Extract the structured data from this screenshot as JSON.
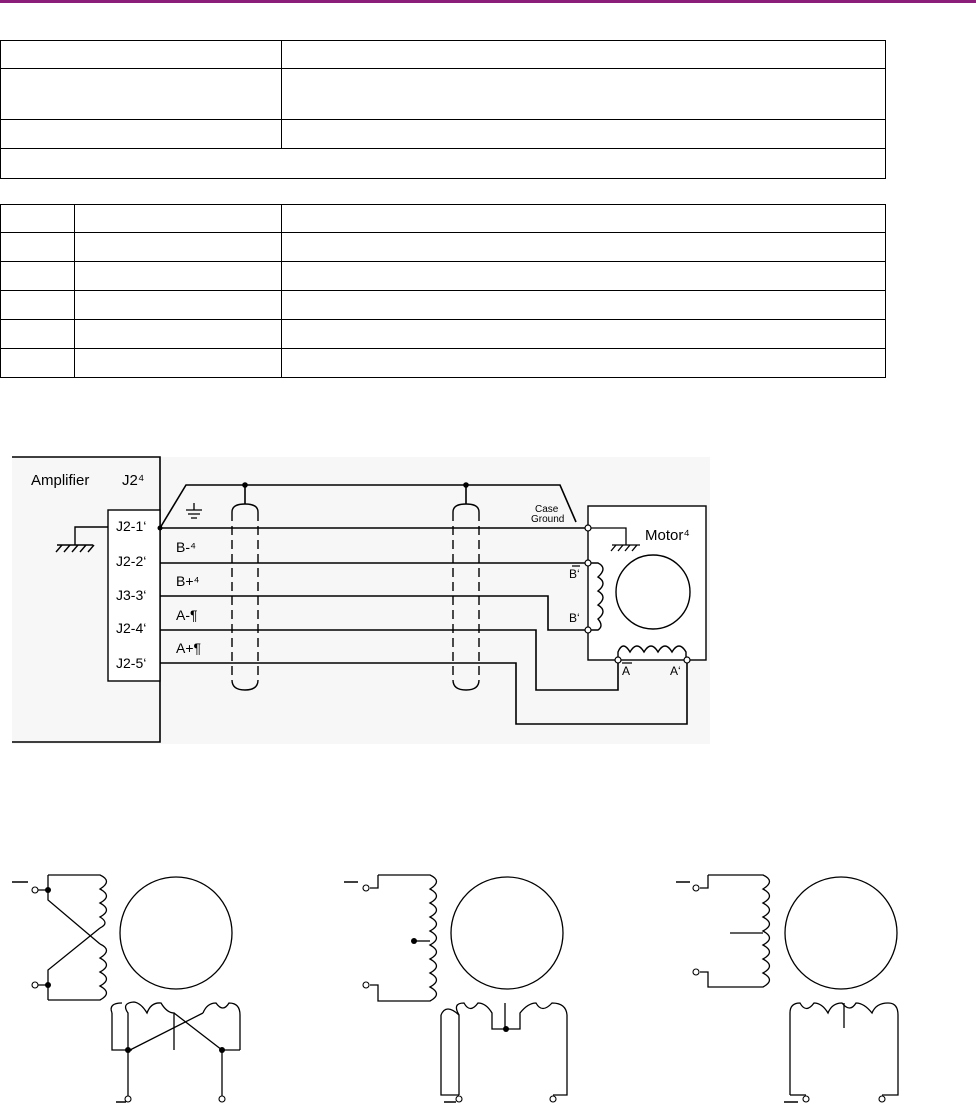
{
  "header": {
    "accent_color": "#8a1e78"
  },
  "spec_table": {
    "rows": [
      [
        "",
        ""
      ],
      [
        "",
        ""
      ],
      [
        "",
        ""
      ],
      [
        ""
      ]
    ]
  },
  "pin_table": {
    "rows": [
      [
        "",
        "",
        ""
      ],
      [
        "",
        "",
        ""
      ],
      [
        "",
        "",
        ""
      ],
      [
        "",
        "",
        ""
      ],
      [
        "",
        "",
        ""
      ],
      [
        "",
        "",
        ""
      ]
    ]
  },
  "wiring_diagram": {
    "amplifier_label": "Amplifier",
    "connector_label": "J2⁴",
    "pins": [
      "J2-1‘",
      "J2-2‘",
      "J3-3‘",
      "J2-4‘",
      "J2-5‘"
    ],
    "wire_labels": [
      "B-⁴",
      "B+⁴",
      "A-¶",
      "A+¶"
    ],
    "case_label": "Case",
    "ground_label": "Ground",
    "motor_label": "Motor⁴",
    "coil_labels": {
      "b_bar": "B‘",
      "b": "B‘",
      "a_bar": "A",
      "a": "A‘"
    }
  },
  "winding_diagrams": {
    "count": 3,
    "minus_sign": "—"
  }
}
